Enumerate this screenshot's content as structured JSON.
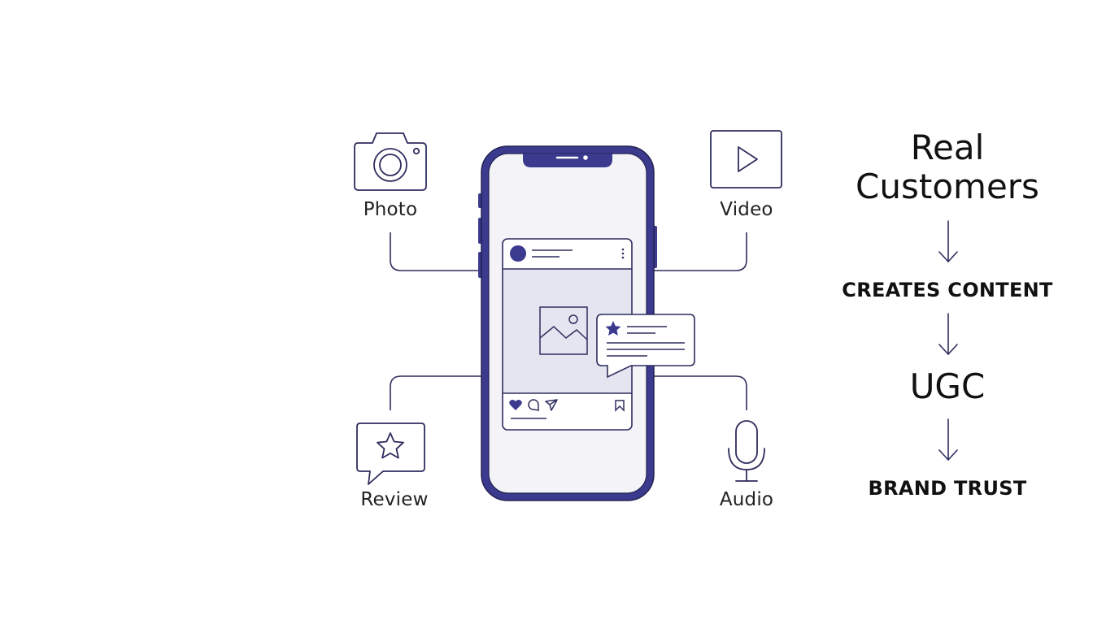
{
  "colors": {
    "accent": "#3b3a8f",
    "line": "#2e2d5e",
    "screen_bg": "#f4f4f8",
    "media_bg": "#e4e5f0"
  },
  "categories": {
    "photo": {
      "label": "Photo",
      "icon": "camera-icon"
    },
    "video": {
      "label": "Video",
      "icon": "play-icon"
    },
    "review": {
      "label": "Review",
      "icon": "star-speech-bubble-icon"
    },
    "audio": {
      "label": "Audio",
      "icon": "microphone-icon"
    }
  },
  "flow": {
    "step1_line1": "Real",
    "step1_line2": "Customers",
    "step2": "CREATES CONTENT",
    "step3": "UGC",
    "step4": "BRAND TRUST"
  }
}
